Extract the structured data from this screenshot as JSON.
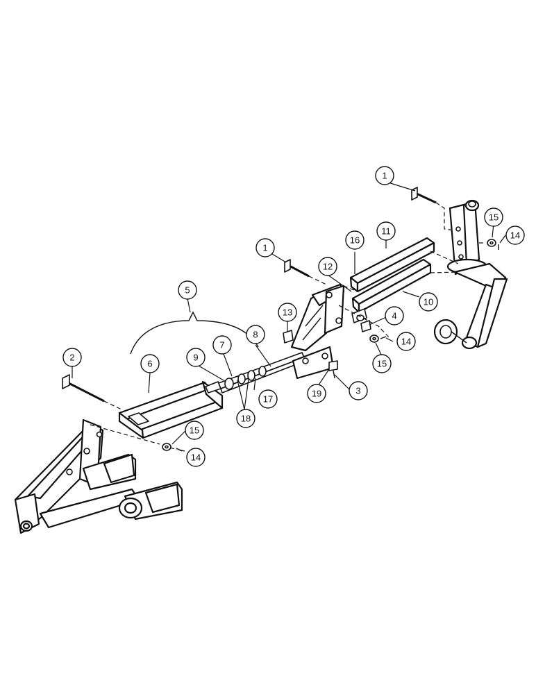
{
  "callouts": [
    {
      "id": "c1a",
      "label": "1"
    },
    {
      "id": "c1b",
      "label": "1"
    },
    {
      "id": "c2",
      "label": "2"
    },
    {
      "id": "c3",
      "label": "3"
    },
    {
      "id": "c4",
      "label": "4"
    },
    {
      "id": "c5",
      "label": "5"
    },
    {
      "id": "c6",
      "label": "6"
    },
    {
      "id": "c7",
      "label": "7"
    },
    {
      "id": "c8",
      "label": "8"
    },
    {
      "id": "c9",
      "label": "9"
    },
    {
      "id": "c10",
      "label": "10"
    },
    {
      "id": "c11",
      "label": "11"
    },
    {
      "id": "c12",
      "label": "12"
    },
    {
      "id": "c13",
      "label": "13"
    },
    {
      "id": "c14a",
      "label": "14"
    },
    {
      "id": "c14b",
      "label": "14"
    },
    {
      "id": "c14c",
      "label": "14"
    },
    {
      "id": "c15a",
      "label": "15"
    },
    {
      "id": "c15b",
      "label": "15"
    },
    {
      "id": "c15c",
      "label": "15"
    },
    {
      "id": "c16",
      "label": "16"
    },
    {
      "id": "c17",
      "label": "17"
    },
    {
      "id": "c18",
      "label": "18"
    },
    {
      "id": "c19",
      "label": "19"
    }
  ]
}
